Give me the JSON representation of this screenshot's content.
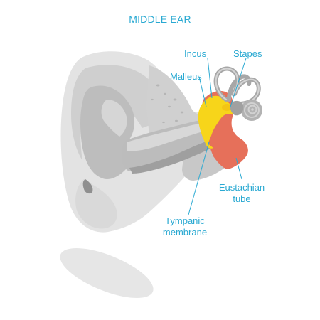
{
  "title": "MIDDLE EAR",
  "labels": {
    "incus": "Incus",
    "stapes": "Stapes",
    "malleus": "Malleus",
    "eustachian_1": "Eustachian",
    "eustachian_2": "tube",
    "tympanic_1": "Tympanic",
    "tympanic_2": "membrane"
  },
  "colors": {
    "label": "#29a9d2",
    "ossicles": "#f7d51a",
    "cavity": "#e6705a",
    "outer_ear": "#e2e2e2",
    "canal": "#b3b3b3",
    "inner_ear": "#a9a9a9"
  }
}
